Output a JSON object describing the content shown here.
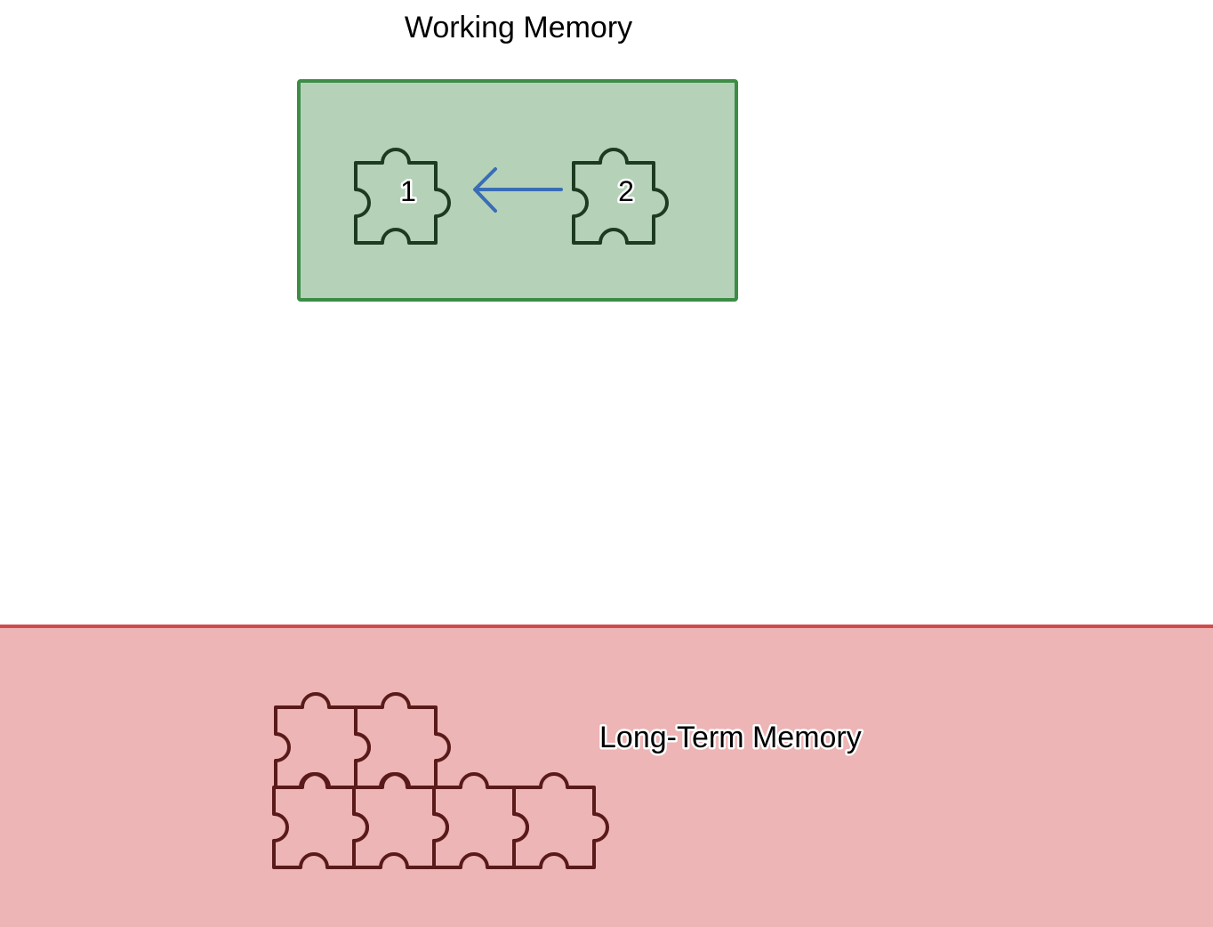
{
  "working_memory": {
    "title": "Working Memory",
    "piece_labels": [
      "1",
      "2"
    ],
    "fill_color": "#b5d2b9",
    "border_color": "#3c8c46",
    "piece_color": "#1d3b20",
    "arrow_color": "#3a6db5"
  },
  "long_term_memory": {
    "title": "Long-Term Memory",
    "fill_color": "#edb5b5",
    "border_color": "#d04c4c",
    "piece_color": "#5a1a1a"
  }
}
